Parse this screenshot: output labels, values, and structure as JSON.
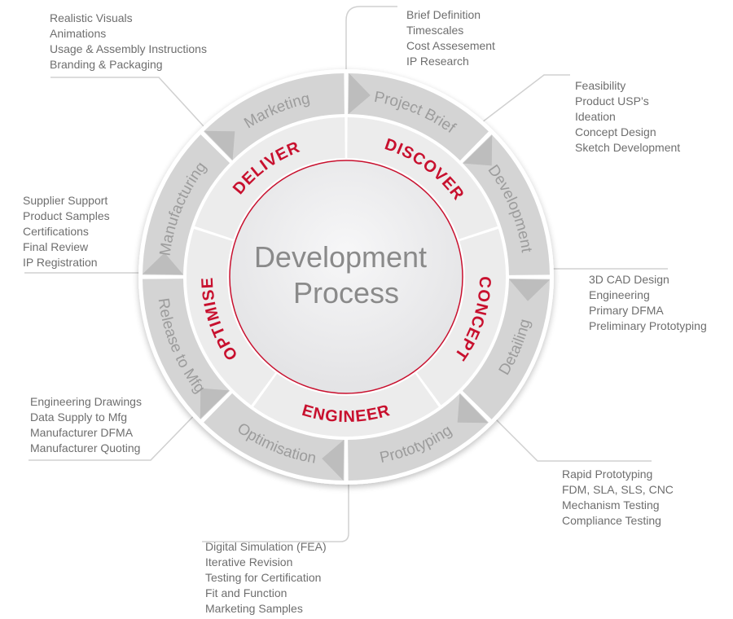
{
  "center": {
    "line1": "Development",
    "line2": "Process"
  },
  "inner_phases": [
    {
      "id": "discover",
      "label": "DISCOVER"
    },
    {
      "id": "concept",
      "label": "CONCEPT"
    },
    {
      "id": "engineer",
      "label": "ENGINEER"
    },
    {
      "id": "optimise",
      "label": "OPTIMISE"
    },
    {
      "id": "deliver",
      "label": "DELIVER"
    }
  ],
  "outer_stages": [
    {
      "id": "project-brief",
      "label": "Project Brief"
    },
    {
      "id": "development",
      "label": "Development"
    },
    {
      "id": "detailing",
      "label": "Detailing"
    },
    {
      "id": "prototyping",
      "label": "Prototyping"
    },
    {
      "id": "optimisation",
      "label": "Optimisation"
    },
    {
      "id": "release-to-mfg",
      "label": "Release to Mfg"
    },
    {
      "id": "manufacturing",
      "label": "Manufacturing"
    },
    {
      "id": "marketing",
      "label": "Marketing"
    }
  ],
  "notes": {
    "project-brief": [
      "Brief Definition",
      "Timescales",
      "Cost Assesement",
      "IP Research"
    ],
    "development": [
      "Feasibility",
      "Product USP’s",
      "Ideation",
      "Concept Design",
      "Sketch Development"
    ],
    "detailing": [
      "3D CAD Design",
      "Engineering",
      "Primary DFMA",
      "Preliminary Prototyping"
    ],
    "prototyping": [
      "Rapid Prototyping",
      "FDM, SLA, SLS, CNC",
      "Mechanism Testing",
      "Compliance Testing"
    ],
    "optimisation": [
      "Digital Simulation (FEA)",
      "Iterative Revision",
      "Testing for Certification",
      "Fit and Function",
      "Marketing Samples"
    ],
    "release-to-mfg": [
      "Engineering Drawings",
      "Data Supply to Mfg",
      "Manufacturer DFMA",
      "Manufacturer Quoting"
    ],
    "manufacturing": [
      "Supplier Support",
      "Product Samples",
      "Certifications",
      "Final Review",
      "IP Registration"
    ],
    "marketing": [
      "Realistic Visuals",
      "Animations",
      "Usage & Assembly Instructions",
      "Branding & Packaging"
    ]
  },
  "colors": {
    "accent": "#c8102e",
    "ring_outer": "#d4d4d4",
    "ring_inner": "#ececec",
    "center_fill": "#eeeeef",
    "text_grey": "#6e6e6e",
    "connector": "#d0d0d0"
  }
}
